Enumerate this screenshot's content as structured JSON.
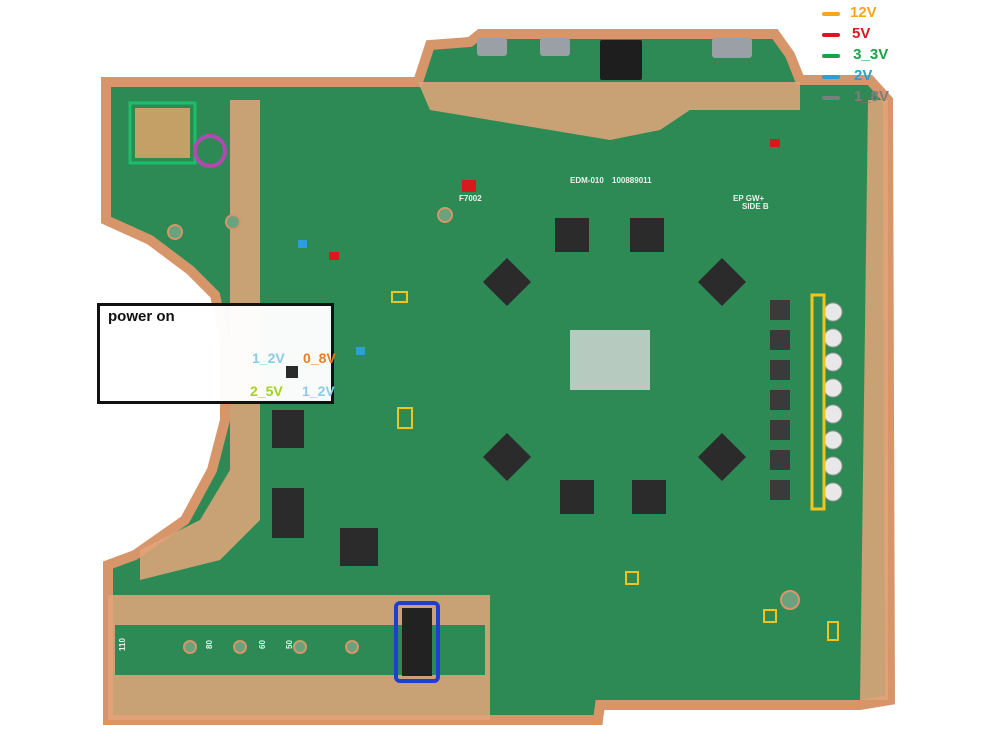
{
  "legend": [
    {
      "label": "12V",
      "color": "#f2a81d"
    },
    {
      "label": "5V",
      "color": "#d7191c"
    },
    {
      "label": " 3_3V",
      "color": "#18a34a"
    },
    {
      "label": "2V",
      "color": "#2a9fd8"
    },
    {
      "label": "1_8V",
      "color": "#7d7d7d"
    }
  ],
  "power_box": {
    "title": "power on",
    "rails": [
      {
        "label": "1_2V",
        "color": "#8ccbe8"
      },
      {
        "label": "0_8V",
        "color": "#f07c1c"
      },
      {
        "label": "2_5V",
        "color": "#a6d21e"
      },
      {
        "label": "1_2V",
        "color": "#8ccbe8"
      }
    ]
  },
  "board": {
    "model": "EDM-010",
    "serial": "100889011",
    "ref_designator": "F7002",
    "side_marking": "SIDE B",
    "ep_marking": "EP GW+",
    "scale_ticks": [
      "110",
      "80",
      "60",
      "50"
    ]
  },
  "colors": {
    "pcb": "#2e8a55",
    "pcb_dark": "#1f6e42",
    "copper": "#e3a47a",
    "chip": "#2b2b2b"
  }
}
